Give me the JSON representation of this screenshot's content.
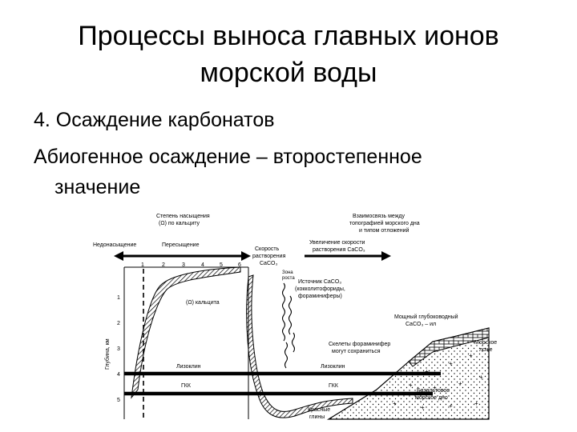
{
  "slide": {
    "title_line1": "Процессы выноса главных ионов",
    "title_line2": "морской воды",
    "text_line1": "4. Осаждение карбонатов",
    "text_line2": "Абиогенное осаждение – второстепенное",
    "text_line3": "значение"
  },
  "figure": {
    "sat_header_1": "Степень насыщения",
    "sat_header_2": "(Ω) по кальциту",
    "undersat": "Недонасыщение",
    "oversat": "Пересыщение",
    "omega_ticks": [
      "1",
      "2",
      "3",
      "4",
      "5",
      "6"
    ],
    "omega_curve": "(Ω) кальцита",
    "depth_axis": "Глубина, км",
    "depth_ticks": [
      "1",
      "2",
      "3",
      "4",
      "5"
    ],
    "lysocline": "Лизоклин",
    "gkk": "ГКК",
    "dissolution_rate_1": "Скорость",
    "dissolution_rate_2": "растворения",
    "dissolution_rate_3": "CaCO₃",
    "relation_1": "Взаимосвязь между",
    "relation_2": "топографией морского дна",
    "relation_3": "и типом отложений",
    "growth_1": "Увеличение скорости",
    "growth_2": "растворения CaCO₃",
    "zone_top_1": "Зона",
    "zone_top_2": "роста",
    "sources_1": "Источник CaCO₃",
    "sources_2": "(кокколитофориды,",
    "sources_3": "фораминиферы)",
    "thick_1": "Мощный глубоководный",
    "thick_2": "CaCO₃ – ил",
    "sea_floor_1": "Морское",
    "sea_floor_2": "ложе",
    "shells_1": "Скелеты фораминифер",
    "shells_2": "могут сохраниться",
    "basalt_1": "Базальтовое",
    "basalt_2": "морское дно",
    "red_clay_1": "Красные",
    "red_clay_2": "глины"
  }
}
